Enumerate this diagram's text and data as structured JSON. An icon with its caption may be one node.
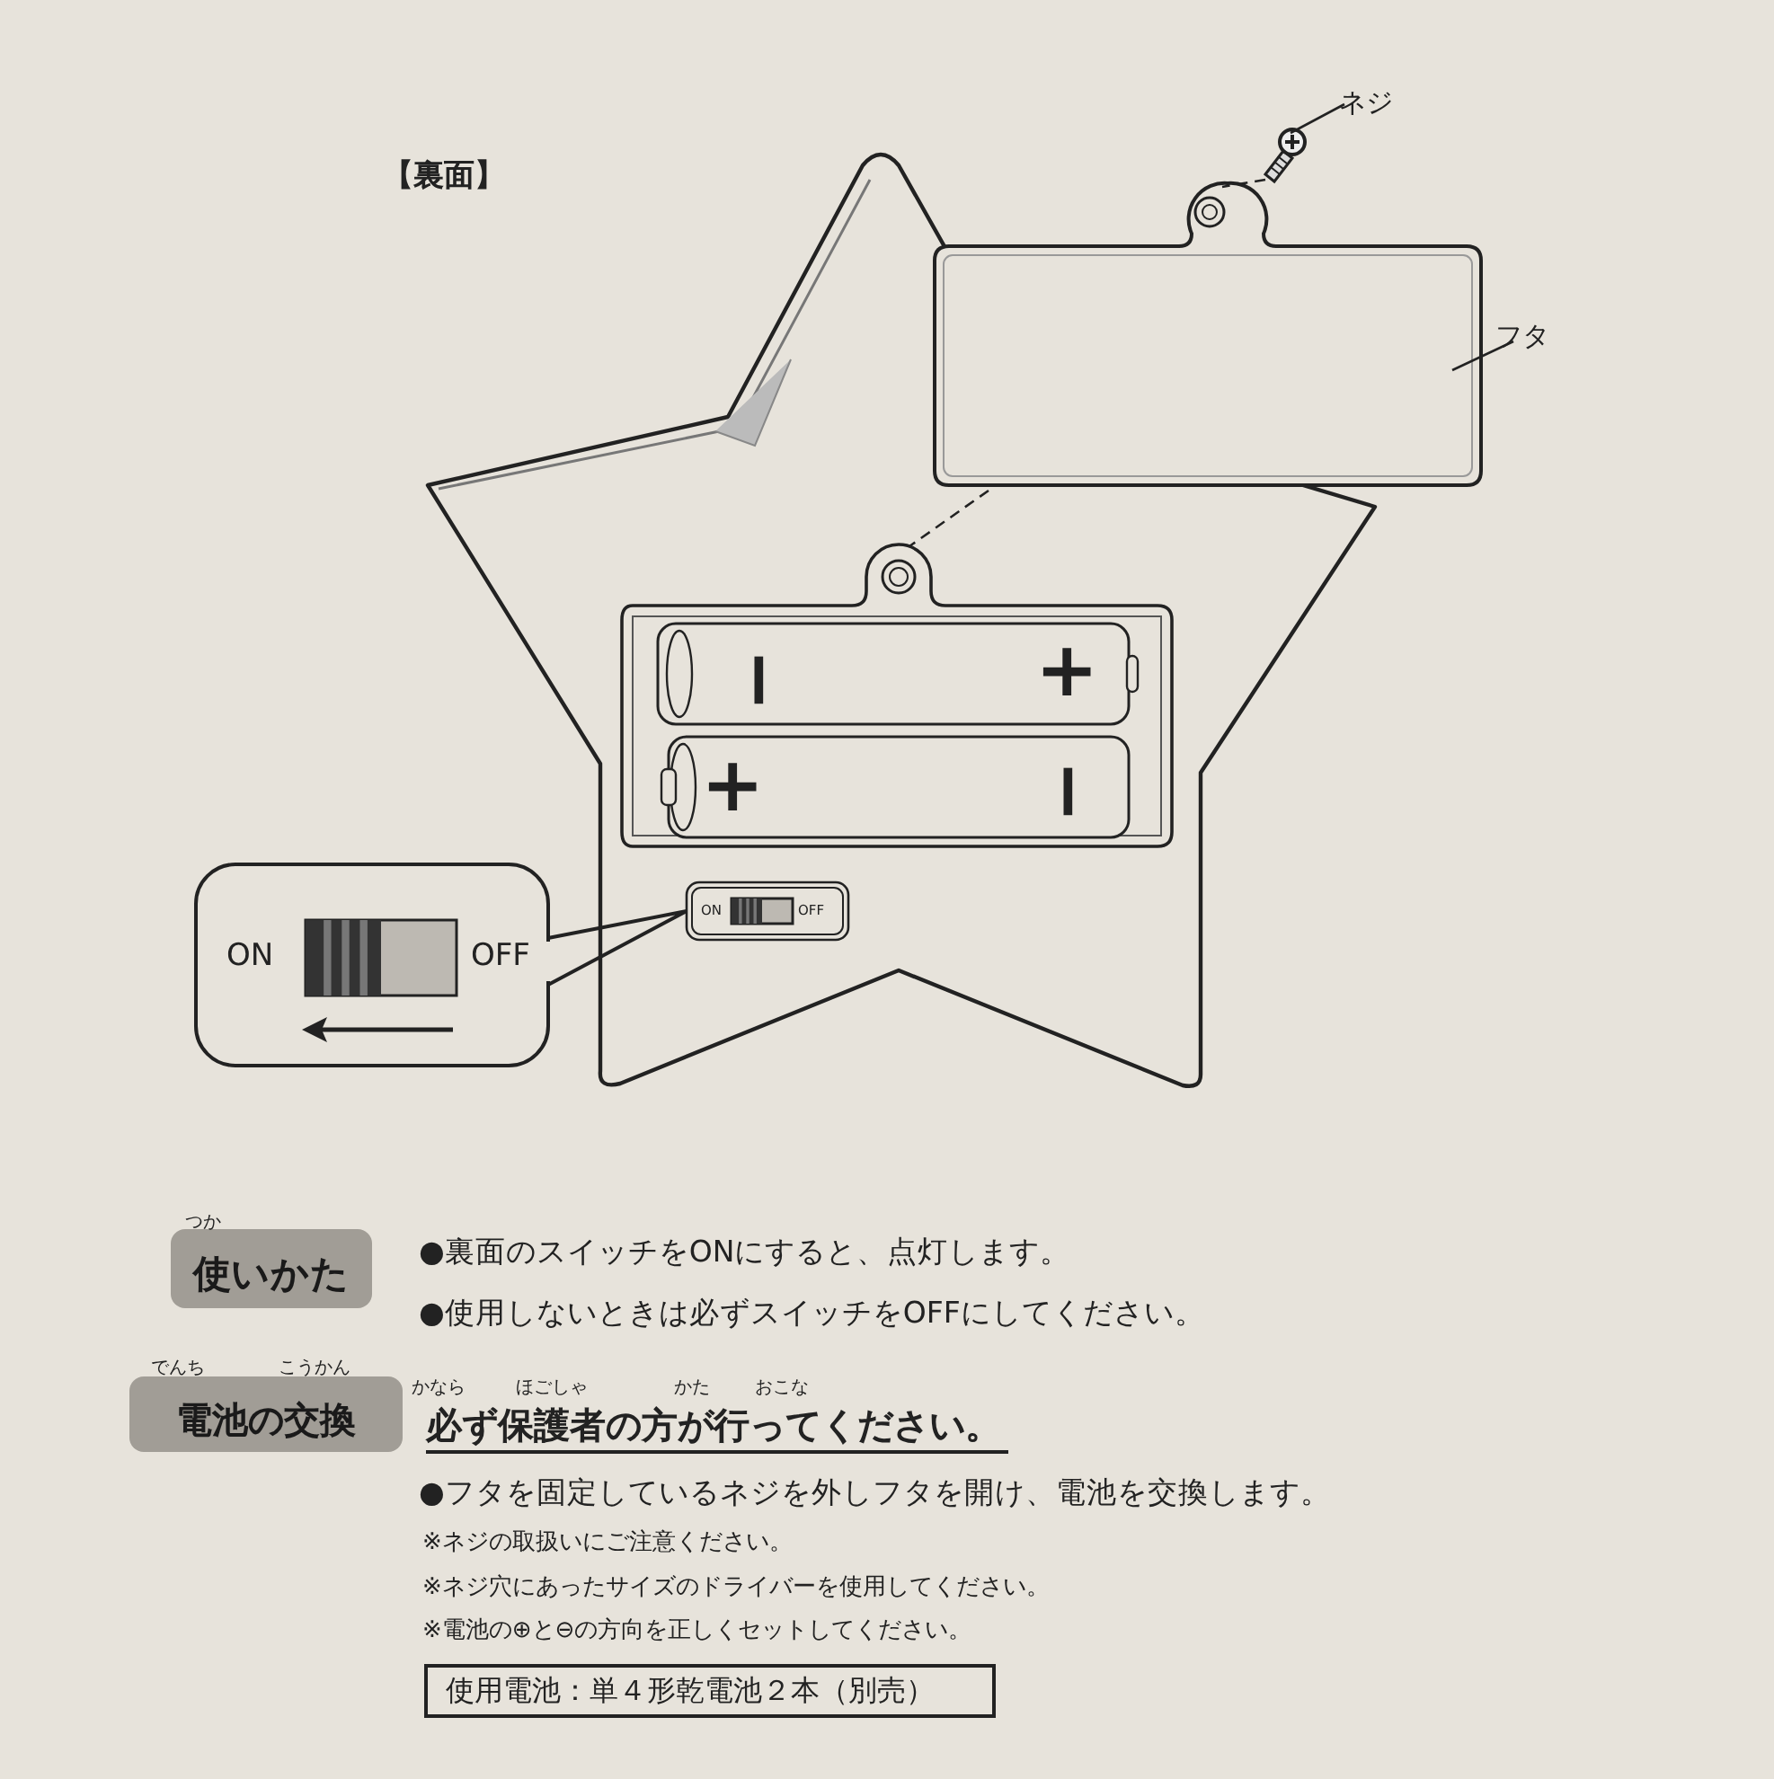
{
  "diagram": {
    "title": "【裏面】",
    "nodes": [
      {
        "text": [
          "ネジ"
        ]
      },
      {
        "text": [],
        "shape": "picture"
      },
      {
        "text": [],
        "shape": "box"
      },
      {
        "text": [
          "フタ"
        ]
      },
      {
        "text": [],
        "shape": "box"
      },
      {
        "text": [
          "ON",
          "OFF"
        ]
      },
      {
        "text": [
          "ON",
          "OFF"
        ]
      },
      {
        "text": [
          "使いかた"
        ]
      },
      {
        "text": [
          "電池の交換"
        ]
      },
      {
        "text": [
          "使用電池：単４形乾電池２本（別売）"
        ]
      }
    ],
    "edges": [
      {
        "from": 0,
        "to": 1,
        "arrow": "none"
      },
      {
        "from": 1,
        "to": 2,
        "arrow": "none",
        "style": "dashed"
      },
      {
        "from": 3,
        "to": 2,
        "arrow": "none"
      },
      {
        "from": 2,
        "to": 4,
        "arrow": "none",
        "style": "dashed"
      },
      {
        "from": 5,
        "to": 6,
        "arrow": "none"
      }
    ],
    "labels": [
      "−",
      "+",
      "+",
      "−",
      "つか",
      "●裏面のスイッチをONにすると、点灯します。",
      "●使用しないときは必ずスイッチをOFFにしてください。",
      "でんち",
      "こうかん",
      "かなら",
      "ほごしゃ",
      "かた",
      "おこな",
      "必ず保護者の方が行ってください。",
      "●フタを固定しているネジを外しフタを開け、電池を交換します。",
      "※ネジの取扱いにご注意ください。",
      "※ネジ穴にあったサイズのドライバーを使用してください。",
      "※電池の⊕と⊖の方向を正しくセットしてください。"
    ]
  }
}
